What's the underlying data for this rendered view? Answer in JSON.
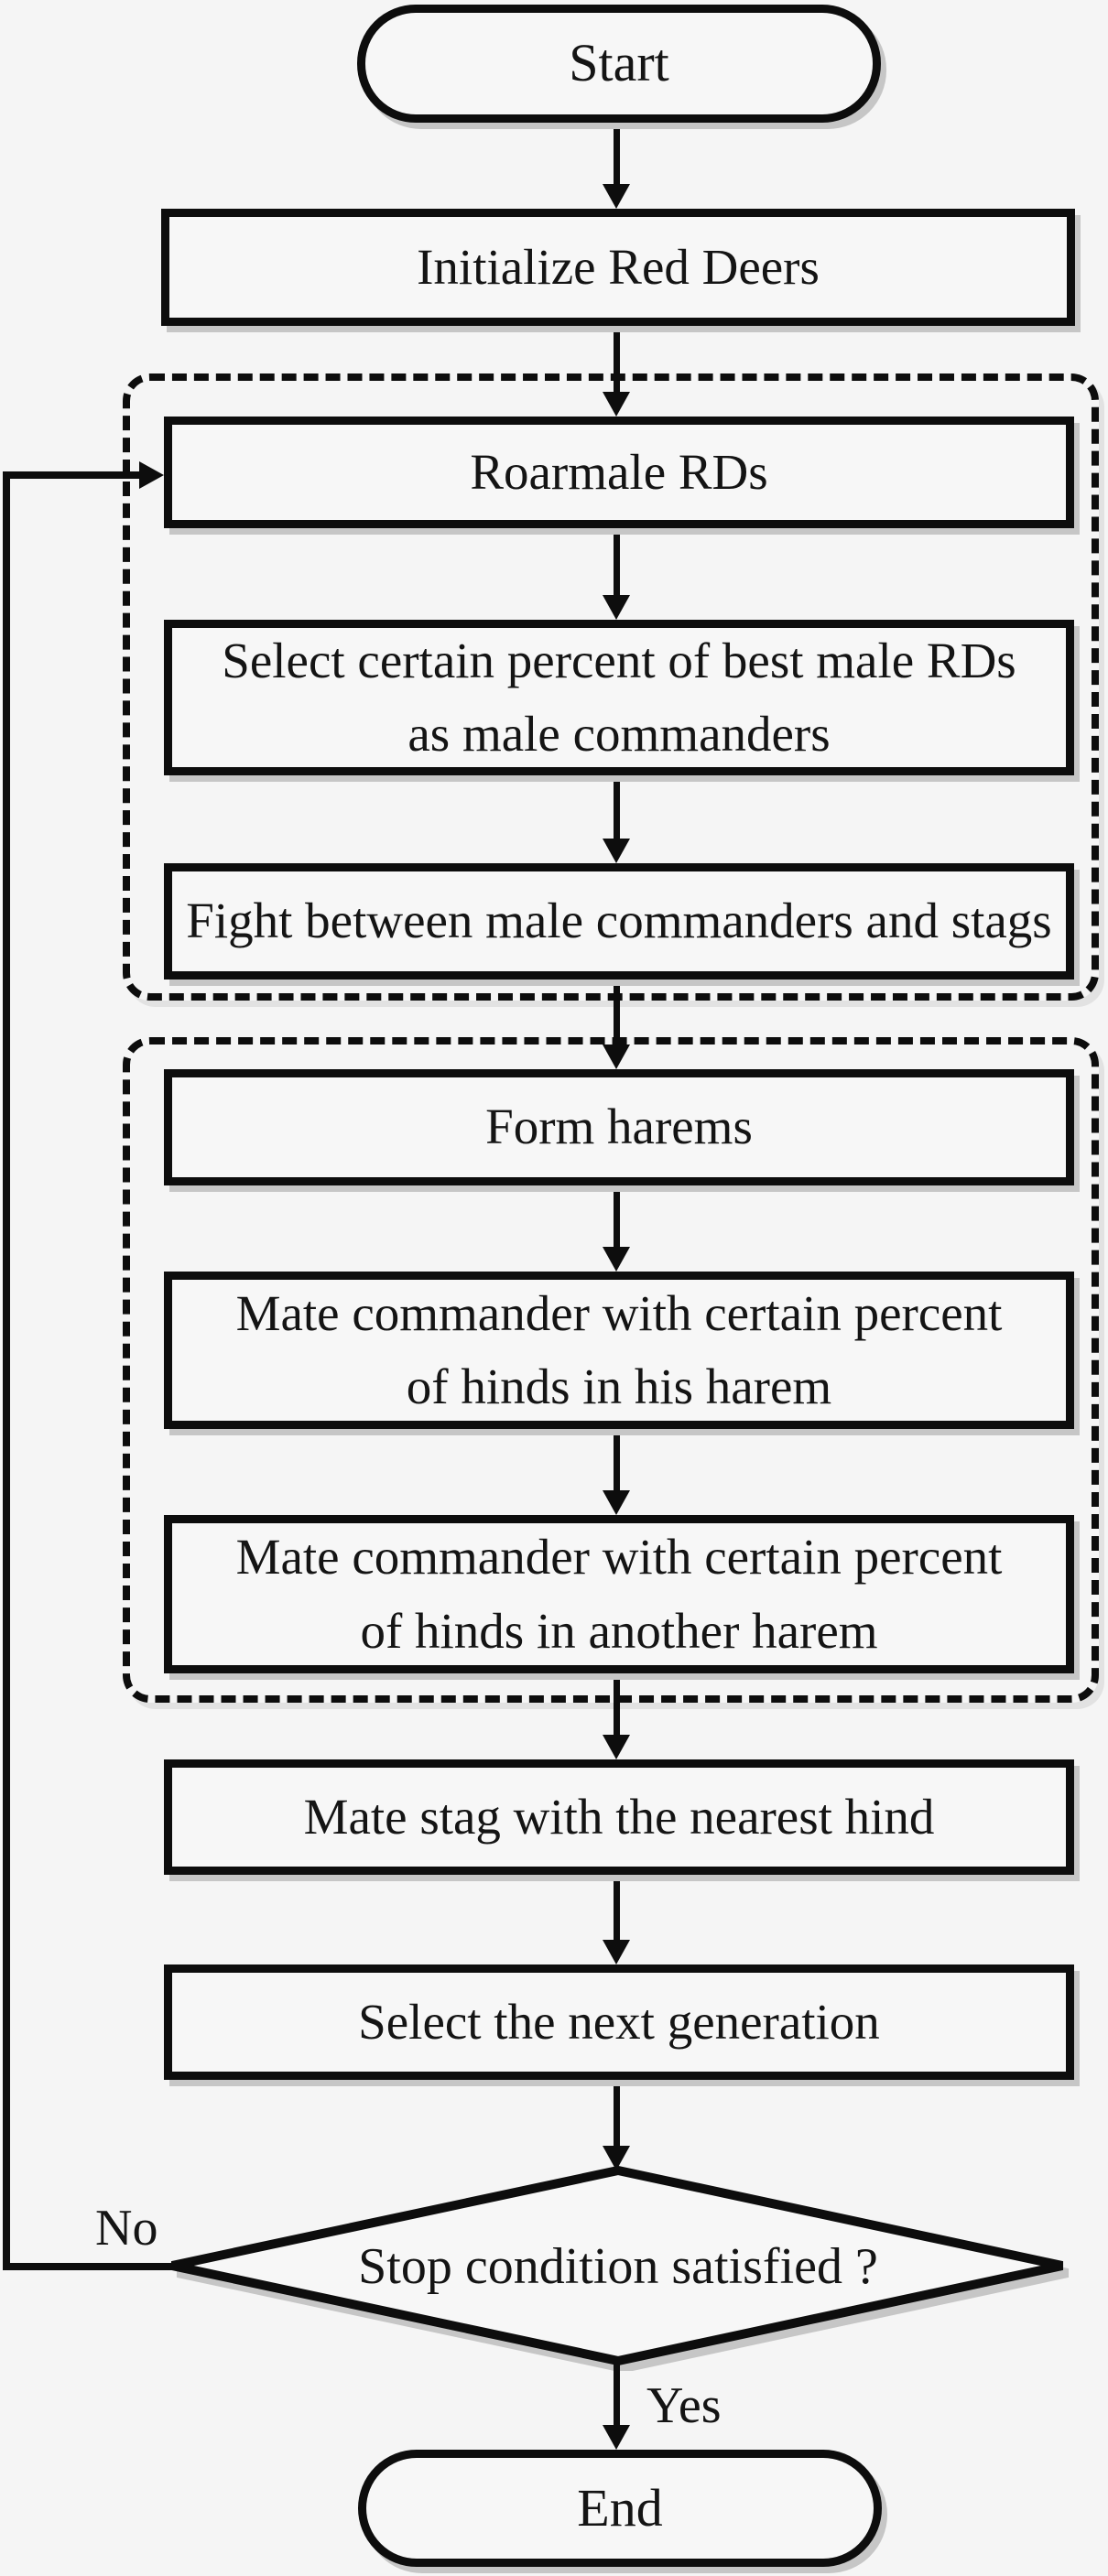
{
  "figure": {
    "colors": {
      "background": "#f5f5f5",
      "line": "#0d0d0d",
      "node_fill": "#f7f7f7"
    }
  },
  "nodes": {
    "start": {
      "shape": "terminator",
      "label": "Start"
    },
    "initialize": {
      "shape": "process",
      "label": "Initialize Red Deers"
    },
    "roar": {
      "shape": "process",
      "label": "Roarmale RDs"
    },
    "select_commanders": {
      "shape": "process",
      "label": "Select certain percent of best male RDs\nas male commanders"
    },
    "fight": {
      "shape": "process",
      "label": "Fight between male commanders and stags"
    },
    "form_harems": {
      "shape": "process",
      "label": "Form harems"
    },
    "mate_his_harem": {
      "shape": "process",
      "label": "Mate commander with certain percent\nof hinds in his harem"
    },
    "mate_another_harem": {
      "shape": "process",
      "label": "Mate commander with certain percent\nof hinds in another harem"
    },
    "mate_stag": {
      "shape": "process",
      "label": "Mate stag with the nearest hind"
    },
    "next_generation": {
      "shape": "process",
      "label": "Select the next generation"
    },
    "stop_condition": {
      "shape": "decision",
      "label": "Stop condition satisfied ?"
    },
    "end": {
      "shape": "terminator",
      "label": "End"
    }
  },
  "edge_labels": {
    "no": "No",
    "yes": "Yes"
  }
}
